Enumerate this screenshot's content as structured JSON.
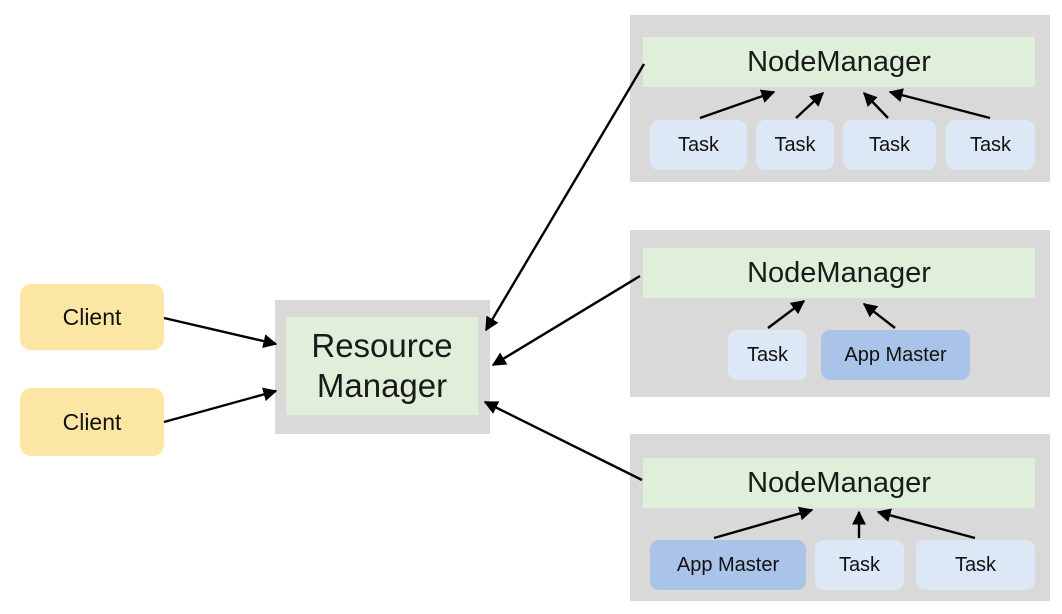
{
  "resource_manager": {
    "line1": "Resource",
    "line2": "Manager"
  },
  "clients": [
    "Client",
    "Client"
  ],
  "nodes": [
    {
      "title": "NodeManager",
      "containers": [
        "Task",
        "Task",
        "Task",
        "Task"
      ]
    },
    {
      "title": "NodeManager",
      "containers": [
        "Task",
        "App Master"
      ]
    },
    {
      "title": "NodeManager",
      "containers": [
        "App Master",
        "Task",
        "Task"
      ]
    }
  ],
  "colors": {
    "panel": "#d9d9d9",
    "node_manager": "#e0efd9",
    "client": "#fbe6a4",
    "task": "#dde8f6",
    "app_master": "#a9c4e8",
    "arrow": "#000000"
  }
}
